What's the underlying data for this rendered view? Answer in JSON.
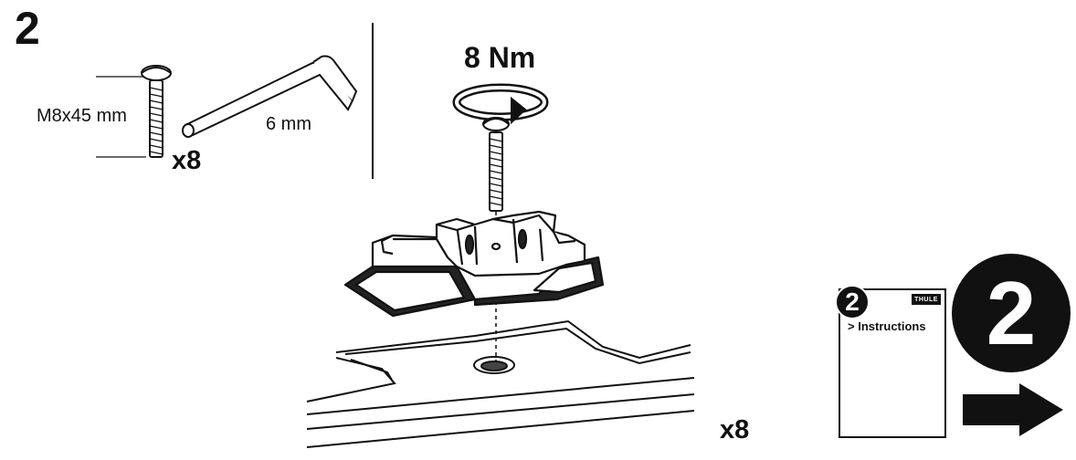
{
  "step": {
    "number": "2"
  },
  "parts": {
    "screw_size": "M8x45 mm",
    "screw_qty": "x8",
    "hex_key_size": "6 mm"
  },
  "assembly": {
    "torque": "8 Nm",
    "qty": "x8"
  },
  "booklet": {
    "badge": "2",
    "brand": "THULE",
    "title": "> Instructions"
  },
  "next": {
    "step": "2"
  }
}
